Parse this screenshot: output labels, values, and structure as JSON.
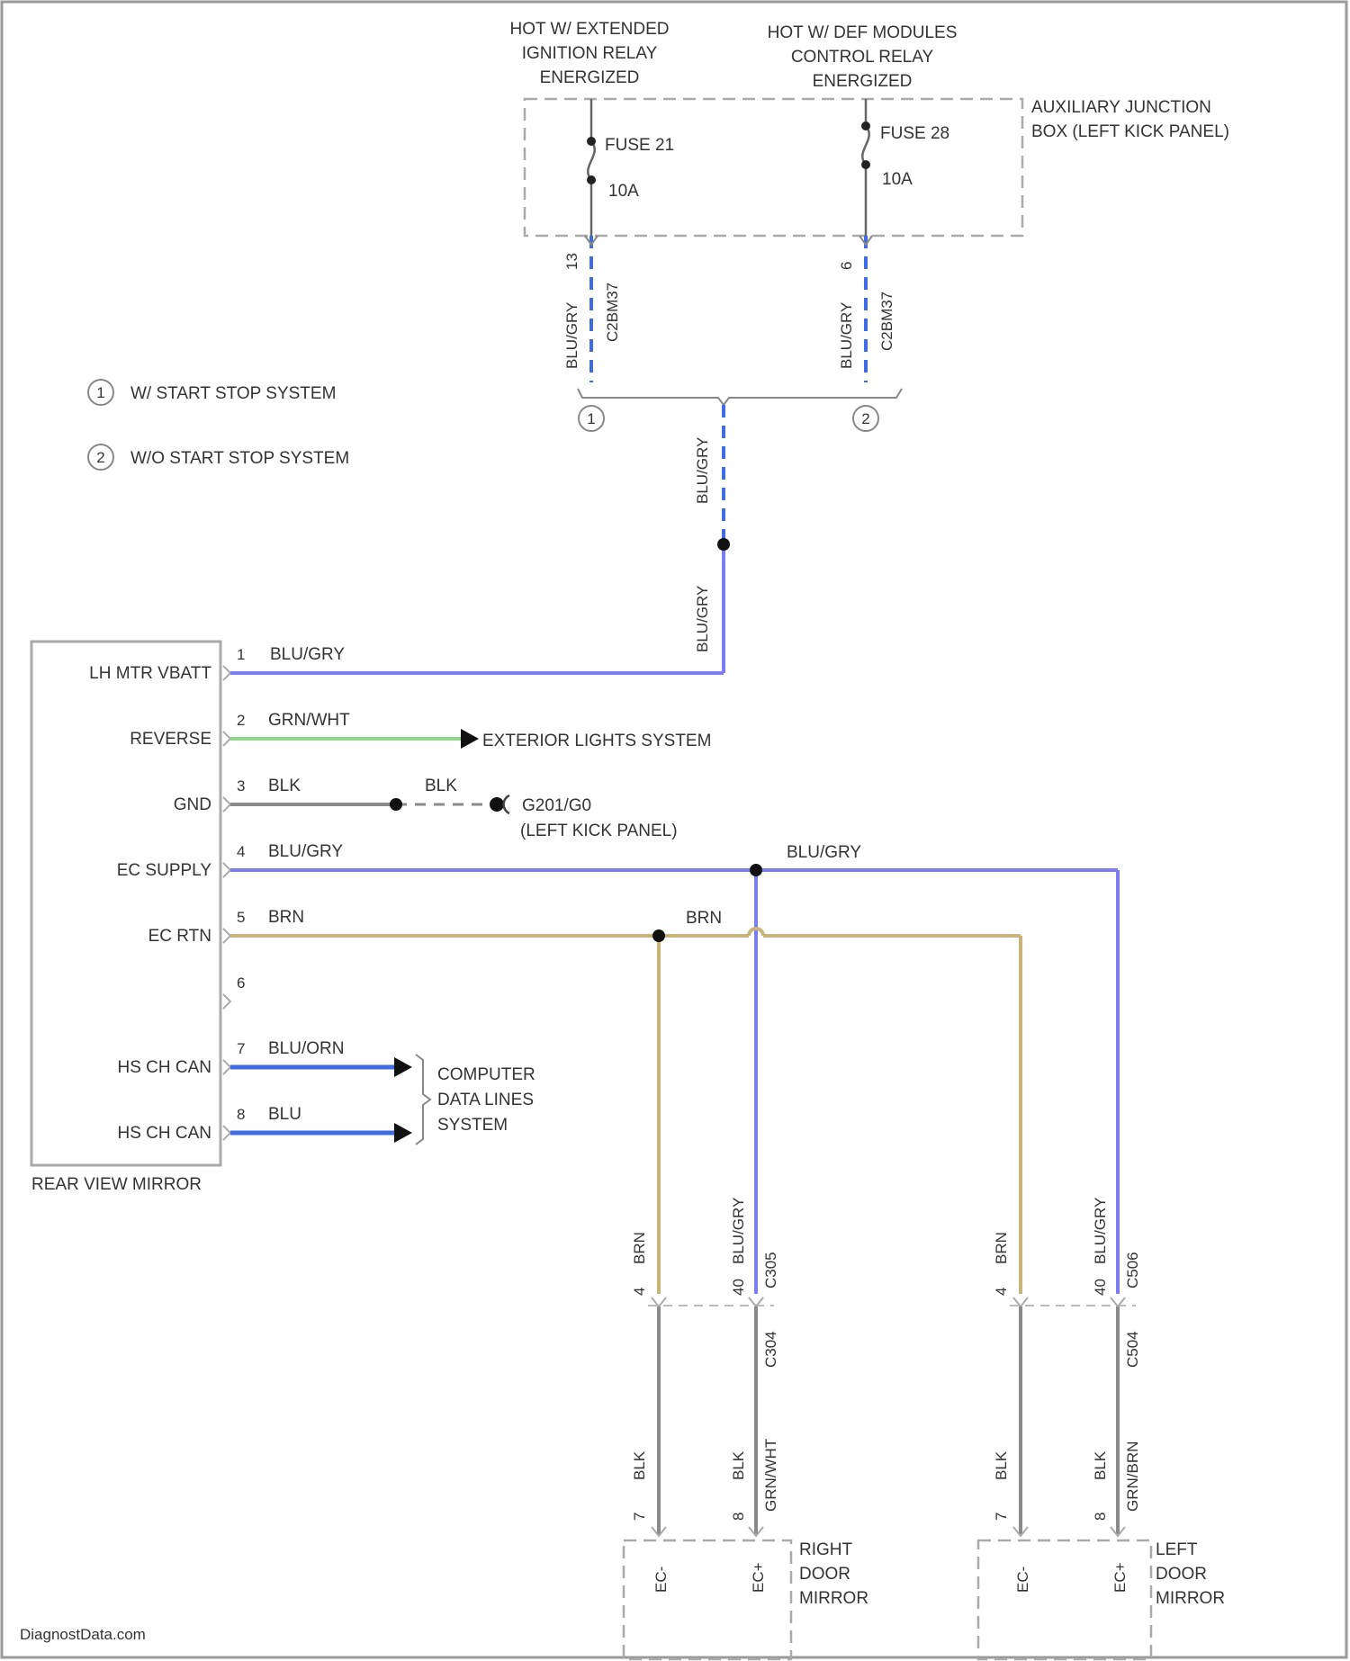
{
  "title": "",
  "power_sources": {
    "left": [
      "HOT W/ EXTENDED",
      "IGNITION RELAY",
      "ENERGIZED"
    ],
    "right": [
      "HOT W/ DEF MODULES",
      "CONTROL RELAY",
      "ENERGIZED"
    ]
  },
  "junction_box": {
    "lines": [
      "AUXILIARY JUNCTION",
      "BOX (LEFT KICK PANEL)"
    ]
  },
  "fuses": {
    "f21": {
      "name": "FUSE 21",
      "rating": "10A"
    },
    "f28": {
      "name": "FUSE 28",
      "rating": "10A"
    }
  },
  "legend": {
    "item1": {
      "marker": "1",
      "text": "W/ START STOP SYSTEM"
    },
    "item2": {
      "marker": "2",
      "text": "W/O START STOP SYSTEM"
    }
  },
  "vertical_wires": {
    "left_fuse_out": {
      "color": "BLU/GRY",
      "pin": "13",
      "connector": "C2BM37"
    },
    "right_fuse_out": {
      "color": "BLU/GRY",
      "pin": "6",
      "connector": "C2BM37"
    },
    "merge_top": "BLU/GRY",
    "merge_bottom": "BLU/GRY"
  },
  "splice_markers": {
    "left": "1",
    "right": "2"
  },
  "rear_view_mirror": {
    "name": "REAR VIEW MIRROR",
    "pins": [
      {
        "num": "1",
        "label": "LH MTR VBATT",
        "wire": "BLU/GRY",
        "dest": ""
      },
      {
        "num": "2",
        "label": "REVERSE",
        "wire": "GRN/WHT",
        "dest": "EXTERIOR LIGHTS SYSTEM"
      },
      {
        "num": "3",
        "label": "GND",
        "wire": "BLK",
        "dest": ""
      },
      {
        "num": "4",
        "label": "EC SUPPLY",
        "wire": "BLU/GRY",
        "dest": ""
      },
      {
        "num": "5",
        "label": "EC RTN",
        "wire": "BRN",
        "dest": ""
      },
      {
        "num": "6",
        "label": "",
        "wire": "",
        "dest": ""
      },
      {
        "num": "7",
        "label": "HS CH CAN",
        "wire": "BLU/ORN",
        "dest": ""
      },
      {
        "num": "8",
        "label": "HS CH CAN",
        "wire": "BLU",
        "dest": ""
      }
    ]
  },
  "ground": {
    "wire": "BLK",
    "name": "G201/G0",
    "location": "(LEFT KICK PANEL)"
  },
  "ec_supply_branch": "BLU/GRY",
  "ec_rtn_branch": "BRN",
  "data_lines": [
    "COMPUTER",
    "DATA LINES",
    "SYSTEM"
  ],
  "right_mirror": {
    "name": [
      "RIGHT",
      "DOOR",
      "MIRROR"
    ],
    "upper_left": {
      "wire": "BRN",
      "pin": "4"
    },
    "upper_right": {
      "wire": "BLU/GRY",
      "pin": "40",
      "connector": "C305"
    },
    "lower_conn": "C304",
    "lower_left": {
      "wire": "BLK",
      "pin": "7"
    },
    "lower_right": {
      "wire": "BLK",
      "pin": "8",
      "code": "GRN/WHT"
    },
    "terms": [
      "EC-",
      "EC+"
    ]
  },
  "left_mirror": {
    "name": [
      "LEFT",
      "DOOR",
      "MIRROR"
    ],
    "upper_left": {
      "wire": "BRN",
      "pin": "4"
    },
    "upper_right": {
      "wire": "BLU/GRY",
      "pin": "40",
      "connector": "C506"
    },
    "lower_conn": "C504",
    "lower_left": {
      "wire": "BLK",
      "pin": "7"
    },
    "lower_right": {
      "wire": "BLK",
      "pin": "8",
      "code": "GRN/BRN"
    },
    "terms": [
      "EC-",
      "EC+"
    ]
  },
  "watermark": "DiagnostData.com",
  "colors": {
    "blue": "#7b7df0",
    "blue_dark": "#3f6ce0",
    "green": "#8fd98a",
    "tan": "#c8b47a",
    "gray": "#8a8a8a",
    "dashed_box": "#aaaaaa",
    "text": "#333333"
  }
}
